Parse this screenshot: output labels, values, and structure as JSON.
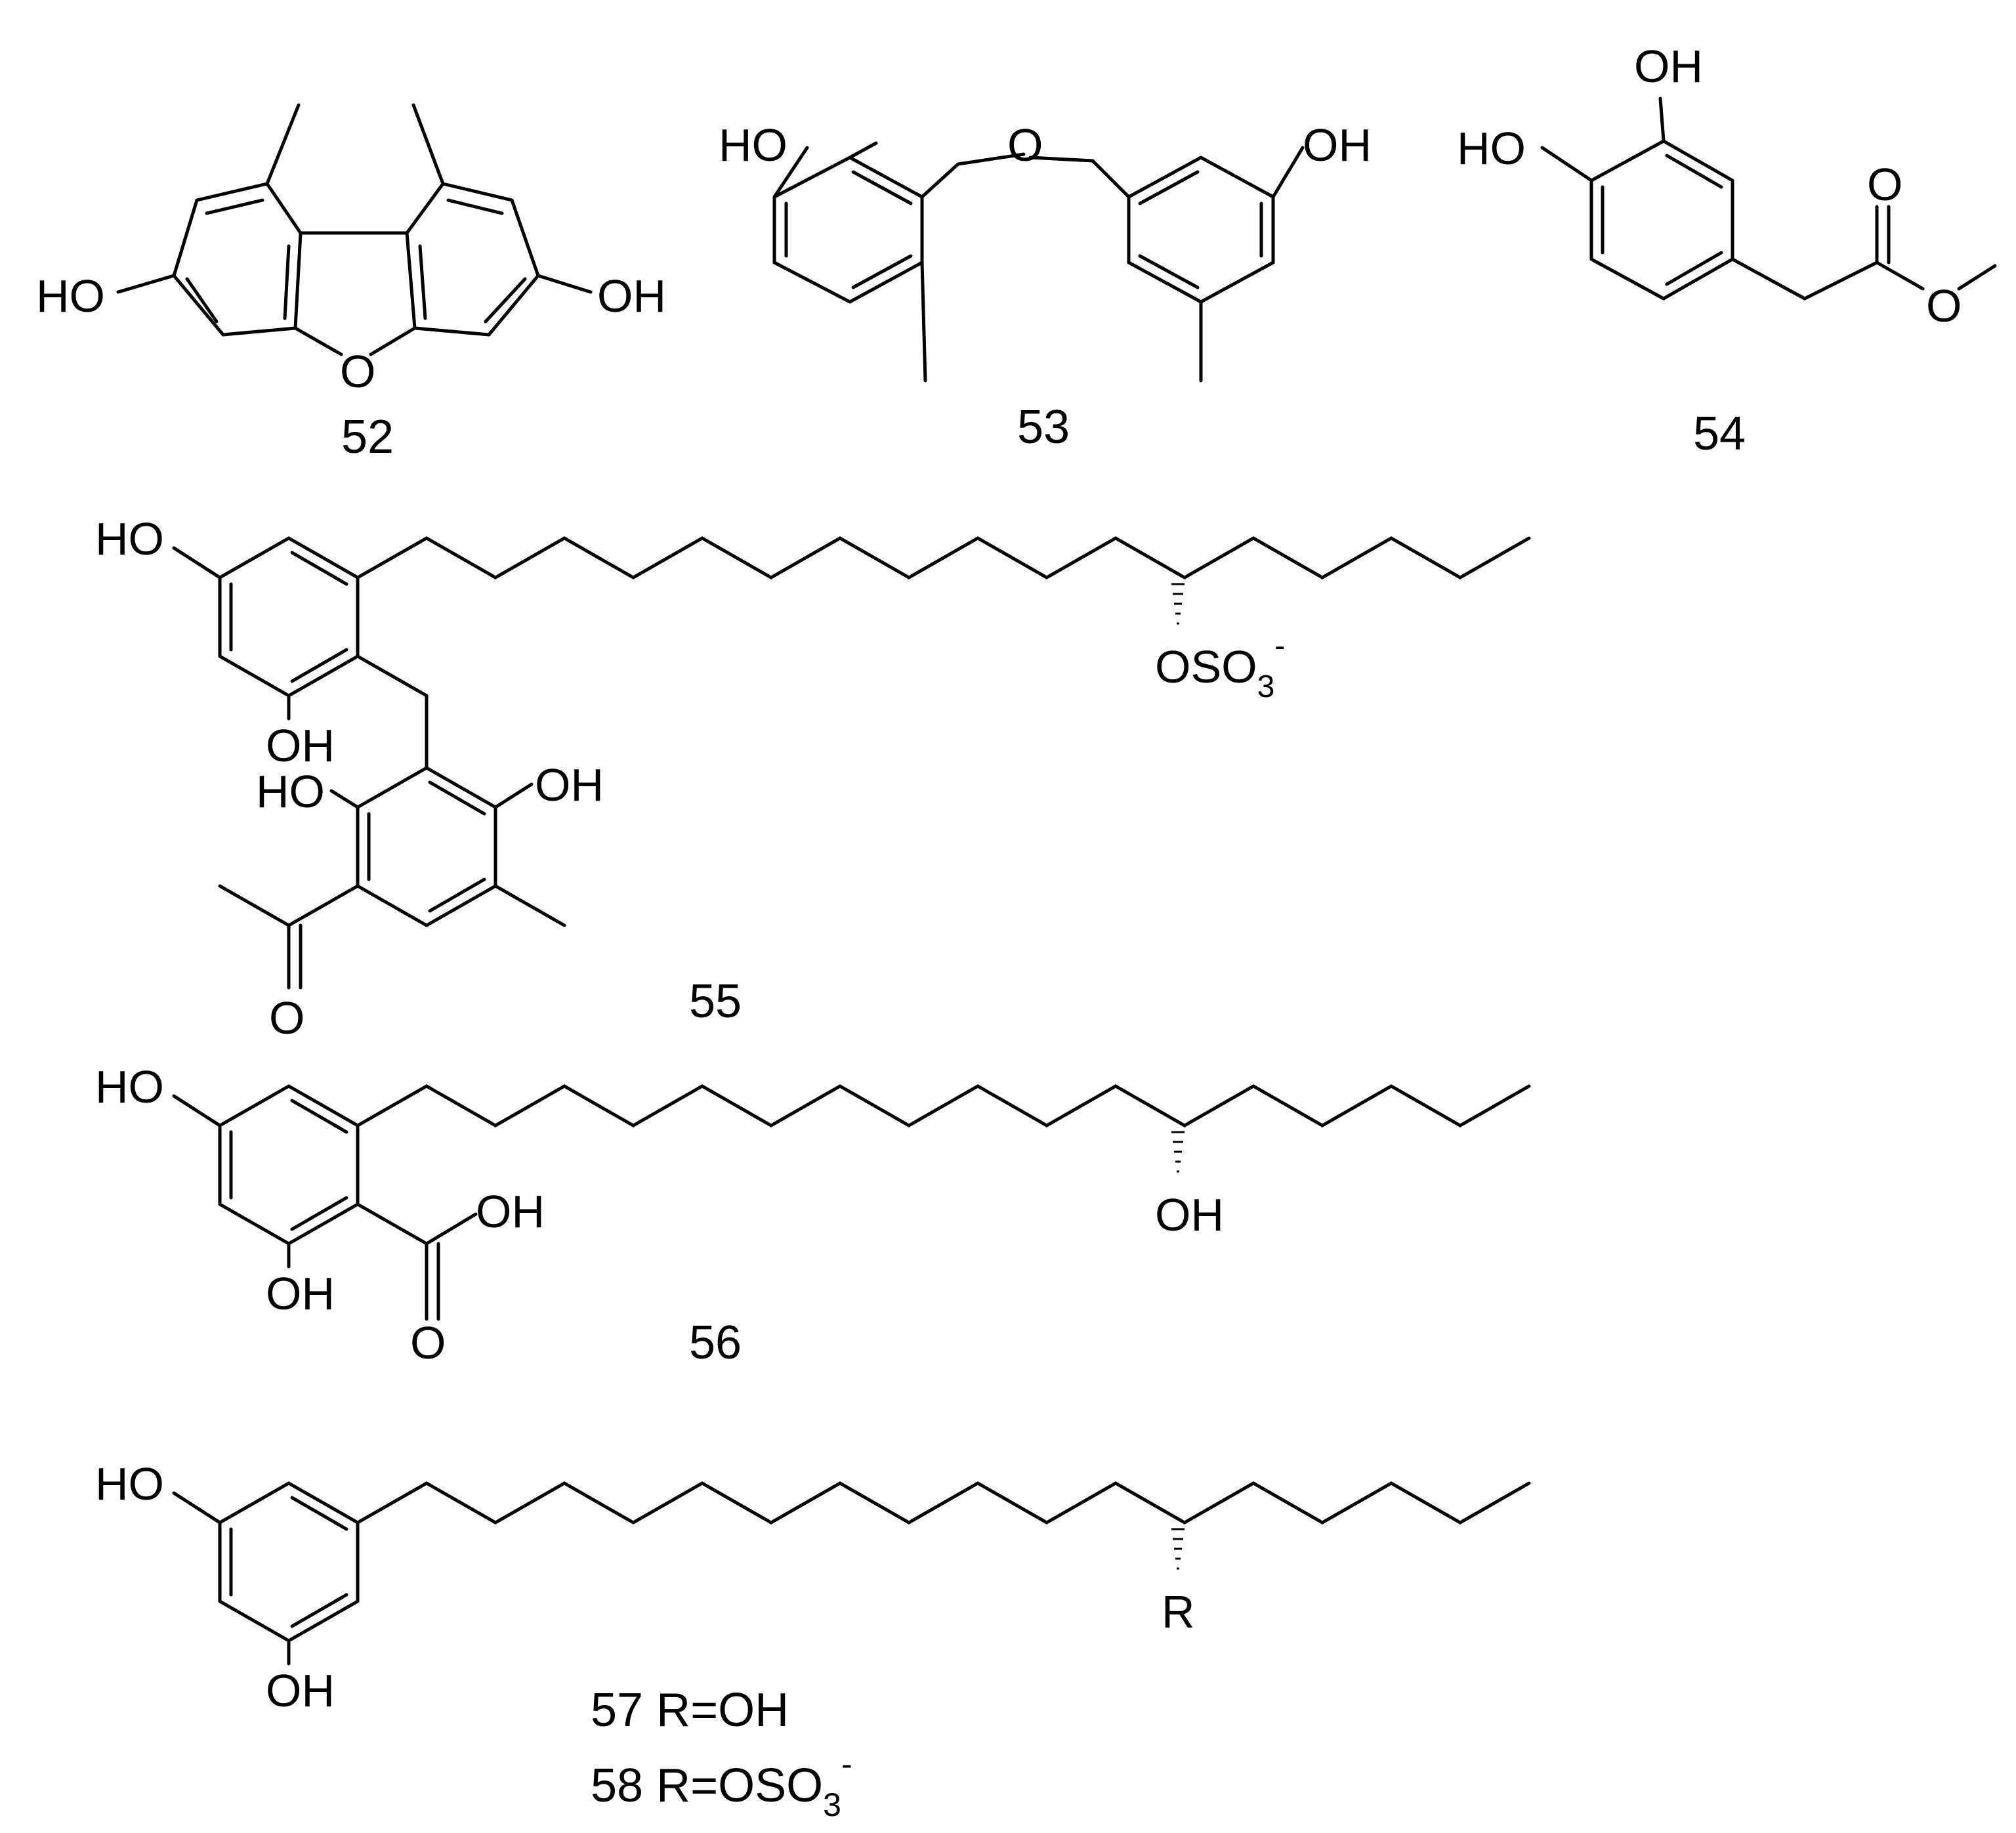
{
  "compounds": [
    {
      "id": "52",
      "label": "52",
      "groups": [
        "HO",
        "OH",
        "O"
      ]
    },
    {
      "id": "53",
      "label": "53",
      "groups": [
        "HO",
        "O",
        "OH"
      ]
    },
    {
      "id": "54",
      "label": "54",
      "groups": [
        "OH",
        "HO",
        "O",
        "O"
      ]
    },
    {
      "id": "55",
      "label": "55",
      "groups": [
        "HO",
        "OH",
        "HO",
        "OH",
        "O",
        "OSO",
        "3",
        "-"
      ]
    },
    {
      "id": "56",
      "label": "56",
      "groups": [
        "HO",
        "OH",
        "OH",
        "O",
        "OH"
      ]
    },
    {
      "id": "57_58",
      "labels": [
        "57 R=OH",
        "58 R=OSO",
        "3",
        "-"
      ],
      "groups": [
        "HO",
        "OH",
        "R"
      ]
    }
  ]
}
